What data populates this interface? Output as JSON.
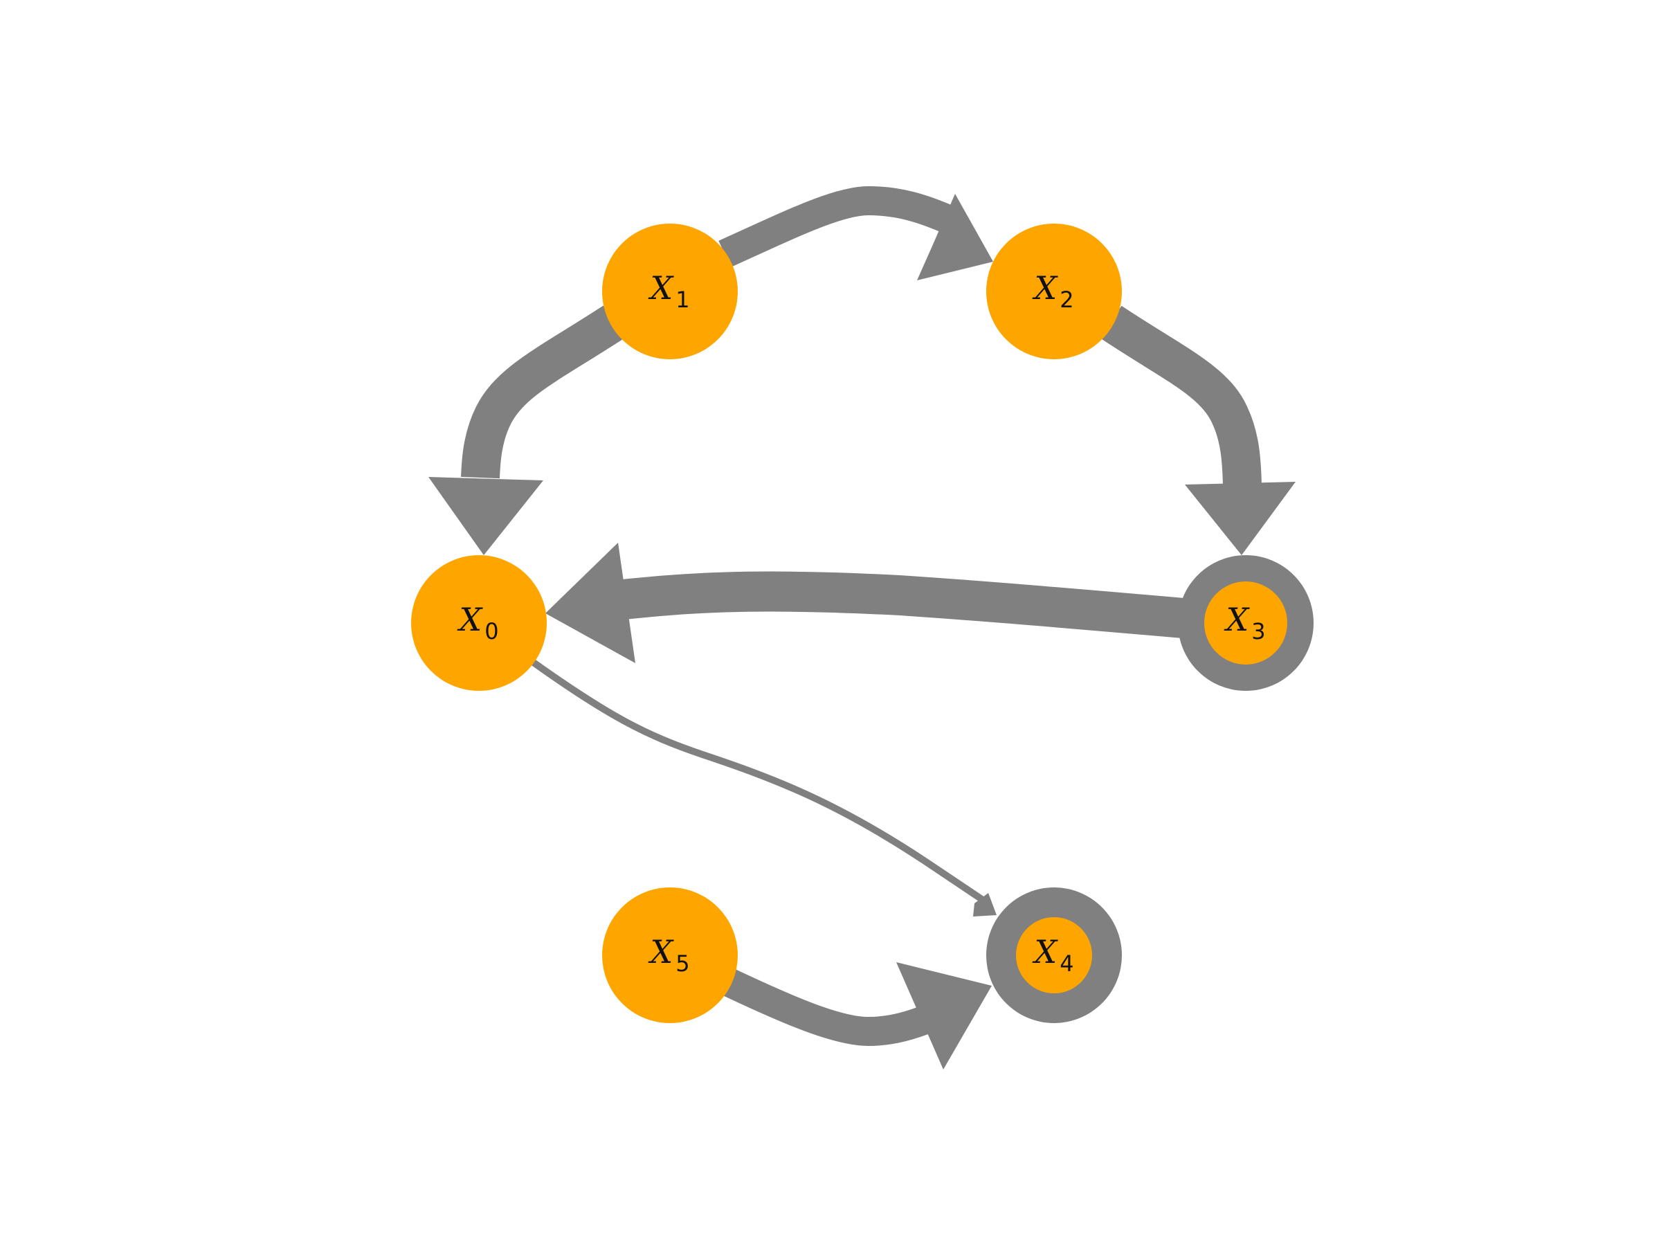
{
  "colors": {
    "node_fill": "#FFA500",
    "edge": "#808080",
    "ring": "#808080",
    "label": "#111111"
  },
  "nodes": [
    {
      "id": "x0",
      "symbol": "X",
      "subscript": "0",
      "ring": false
    },
    {
      "id": "x1",
      "symbol": "X",
      "subscript": "1",
      "ring": false
    },
    {
      "id": "x2",
      "symbol": "X",
      "subscript": "2",
      "ring": false
    },
    {
      "id": "x3",
      "symbol": "X",
      "subscript": "3",
      "ring": true
    },
    {
      "id": "x4",
      "symbol": "X",
      "subscript": "4",
      "ring": true
    },
    {
      "id": "x5",
      "symbol": "X",
      "subscript": "5",
      "ring": false
    }
  ],
  "edges": [
    {
      "from": "x1",
      "to": "x2"
    },
    {
      "from": "x1",
      "to": "x0"
    },
    {
      "from": "x2",
      "to": "x3"
    },
    {
      "from": "x3",
      "to": "x0"
    },
    {
      "from": "x0",
      "to": "x4"
    },
    {
      "from": "x5",
      "to": "x4"
    }
  ]
}
